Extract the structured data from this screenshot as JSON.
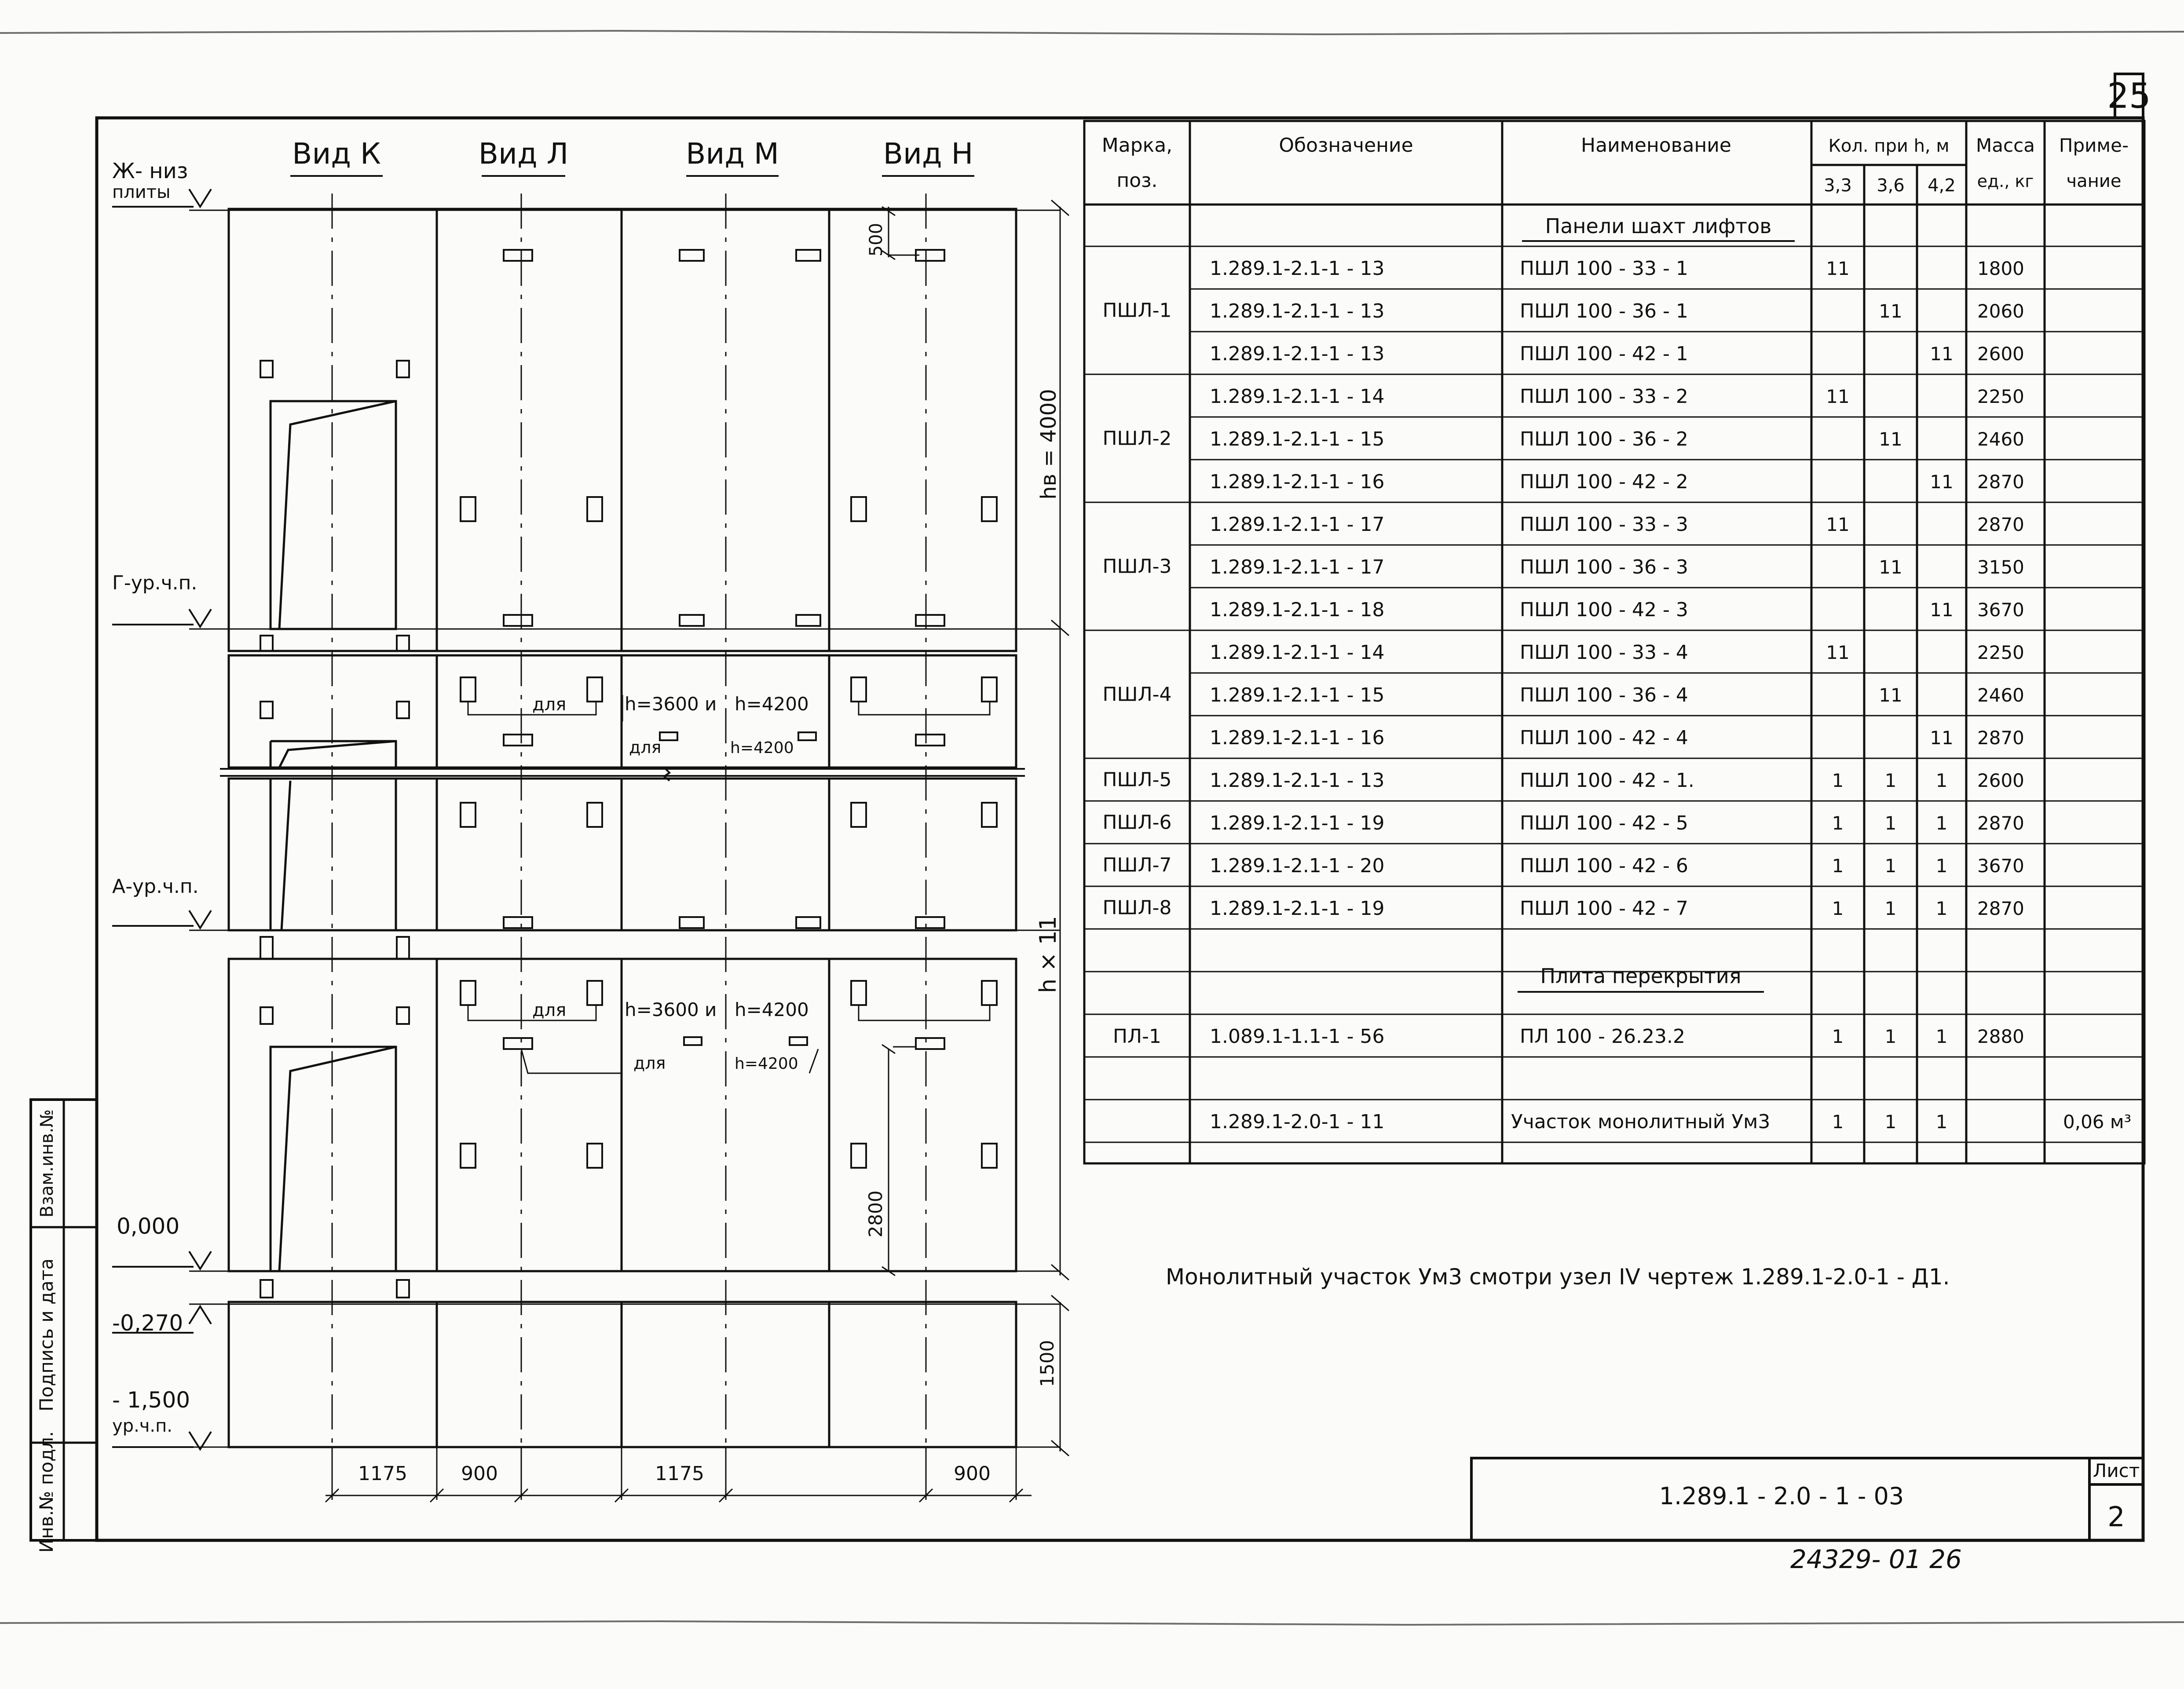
{
  "sheet_number": "25",
  "views": {
    "k": "Вид К",
    "l": "Вид Л",
    "m": "Вид М",
    "n": "Вид Н"
  },
  "levels": {
    "slab_bottom_line1": "Ж- низ",
    "slab_bottom_line2": "плиты",
    "g": "Г-ур.ч.п.",
    "a": "А-ур.ч.п.",
    "zero": "0,000",
    "minus270": "-0,270",
    "minus1500": "- 1,500",
    "minus1500_sub": "ур.ч.п."
  },
  "dimensions": {
    "d500": "500",
    "hb": "hв = 4000",
    "hx": "h × 11",
    "d2800": "2800",
    "d1500": "1500",
    "b1": "1175",
    "b2": "900",
    "b3": "1175",
    "b4": "900"
  },
  "notes_in_drawing": {
    "for": "для",
    "h1": "h=3600 и",
    "h2": "h=4200",
    "h2b": "h=4200"
  },
  "table": {
    "headers": {
      "mark": "Марка,",
      "mark2": "поз.",
      "designation": "Обозначение",
      "name": "Наименование",
      "qty": "Кол. при h, м",
      "q33": "3,3",
      "q36": "3,6",
      "q42": "4,2",
      "mass": "Масса",
      "mass2": "ед., кг",
      "note": "Приме-",
      "note2": "чание"
    },
    "section1": "Панели шахт лифтов",
    "section2": "Плита перекрытия",
    "groups": [
      {
        "mark": "ПШЛ-1",
        "rows": [
          {
            "des": "1.289.1-2.1-1 - 13",
            "name": "ПШЛ 100 - 33 - 1",
            "q33": "11",
            "q36": "",
            "q42": "",
            "mass": "1800"
          },
          {
            "des": "1.289.1-2.1-1 - 13",
            "name": "ПШЛ 100 - 36 - 1",
            "q33": "",
            "q36": "11",
            "q42": "",
            "mass": "2060"
          },
          {
            "des": "1.289.1-2.1-1 - 13",
            "name": "ПШЛ 100 - 42 - 1",
            "q33": "",
            "q36": "",
            "q42": "11",
            "mass": "2600"
          }
        ]
      },
      {
        "mark": "ПШЛ-2",
        "rows": [
          {
            "des": "1.289.1-2.1-1 - 14",
            "name": "ПШЛ 100 - 33 - 2",
            "q33": "11",
            "q36": "",
            "q42": "",
            "mass": "2250"
          },
          {
            "des": "1.289.1-2.1-1 - 15",
            "name": "ПШЛ 100 - 36 - 2",
            "q33": "",
            "q36": "11",
            "q42": "",
            "mass": "2460"
          },
          {
            "des": "1.289.1-2.1-1 - 16",
            "name": "ПШЛ 100 - 42 - 2",
            "q33": "",
            "q36": "",
            "q42": "11",
            "mass": "2870"
          }
        ]
      },
      {
        "mark": "ПШЛ-3",
        "rows": [
          {
            "des": "1.289.1-2.1-1 - 17",
            "name": "ПШЛ 100 - 33 - 3",
            "q33": "11",
            "q36": "",
            "q42": "",
            "mass": "2870"
          },
          {
            "des": "1.289.1-2.1-1 - 17",
            "name": "ПШЛ 100 - 36 - 3",
            "q33": "",
            "q36": "11",
            "q42": "",
            "mass": "3150"
          },
          {
            "des": "1.289.1-2.1-1 - 18",
            "name": "ПШЛ 100 - 42 - 3",
            "q33": "",
            "q36": "",
            "q42": "11",
            "mass": "3670"
          }
        ]
      },
      {
        "mark": "ПШЛ-4",
        "rows": [
          {
            "des": "1.289.1-2.1-1 - 14",
            "name": "ПШЛ 100 - 33 - 4",
            "q33": "11",
            "q36": "",
            "q42": "",
            "mass": "2250"
          },
          {
            "des": "1.289.1-2.1-1 - 15",
            "name": "ПШЛ 100 - 36 - 4",
            "q33": "",
            "q36": "11",
            "q42": "",
            "mass": "2460"
          },
          {
            "des": "1.289.1-2.1-1 - 16",
            "name": "ПШЛ 100 - 42 - 4",
            "q33": "",
            "q36": "",
            "q42": "11",
            "mass": "2870"
          }
        ]
      },
      {
        "mark": "ПШЛ-5",
        "rows": [
          {
            "des": "1.289.1-2.1-1 - 13",
            "name": "ПШЛ 100 - 42 - 1.",
            "q33": "1",
            "q36": "1",
            "q42": "1",
            "mass": "2600"
          }
        ]
      },
      {
        "mark": "ПШЛ-6",
        "rows": [
          {
            "des": "1.289.1-2.1-1 - 19",
            "name": "ПШЛ 100 - 42 - 5",
            "q33": "1",
            "q36": "1",
            "q42": "1",
            "mass": "2870"
          }
        ]
      },
      {
        "mark": "ПШЛ-7",
        "rows": [
          {
            "des": "1.289.1-2.1-1 - 20",
            "name": "ПШЛ 100 - 42 - 6",
            "q33": "1",
            "q36": "1",
            "q42": "1",
            "mass": "3670"
          }
        ]
      },
      {
        "mark": "ПШЛ-8",
        "rows": [
          {
            "des": "1.289.1-2.1-1 - 19",
            "name": "ПШЛ 100 - 42 - 7",
            "q33": "1",
            "q36": "1",
            "q42": "1",
            "mass": "2870"
          }
        ]
      }
    ],
    "slab": {
      "mark": "ПЛ-1",
      "des": "1.089.1-1.1-1 - 56",
      "name": "ПЛ 100 - 26.23.2",
      "q33": "1",
      "q36": "1",
      "q42": "1",
      "mass": "2880"
    },
    "monolith": {
      "des": "1.289.1-2.0-1 - 11",
      "name": "Участок монолитный Ум3",
      "q33": "1",
      "q36": "1",
      "q42": "1",
      "note": "0,06 м³"
    }
  },
  "remark": "Монолитный участок Ум3 смотри узел IV чертеж 1.289.1-2.0-1 - Д1.",
  "stamp": {
    "code": "1.289.1 - 2.0 - 1 - 03",
    "sheet_label": "Лист",
    "sheet_no": "2"
  },
  "side_stamp": {
    "inv": "Инв.№ подл.",
    "sign": "Подпись и дата",
    "vzam": "Взам.инв.№"
  },
  "handwritten": "24329- 01 26"
}
